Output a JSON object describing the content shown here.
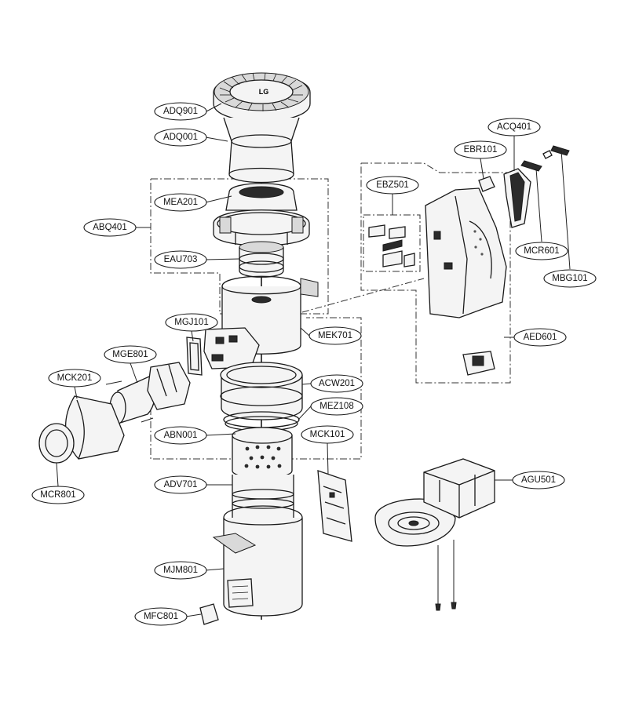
{
  "callouts": [
    {
      "id": "ADQ901",
      "label": "ADQ901"
    },
    {
      "id": "ADQ001",
      "label": "ADQ001"
    },
    {
      "id": "MEA201",
      "label": "MEA201"
    },
    {
      "id": "ABQ401",
      "label": "ABQ401"
    },
    {
      "id": "EAU703",
      "label": "EAU703"
    },
    {
      "id": "MGJ101",
      "label": "MGJ101"
    },
    {
      "id": "MGE801",
      "label": "MGE801"
    },
    {
      "id": "MCK201",
      "label": "MCK201"
    },
    {
      "id": "MCR801",
      "label": "MCR801"
    },
    {
      "id": "ABN001",
      "label": "ABN001"
    },
    {
      "id": "ADV701",
      "label": "ADV701"
    },
    {
      "id": "MJM801",
      "label": "MJM801"
    },
    {
      "id": "MFC801",
      "label": "MFC801"
    },
    {
      "id": "MEK701",
      "label": "MEK701"
    },
    {
      "id": "ACW201",
      "label": "ACW201"
    },
    {
      "id": "MEZ108",
      "label": "MEZ108"
    },
    {
      "id": "MCK101",
      "label": "MCK101"
    },
    {
      "id": "EBZ501",
      "label": "EBZ501"
    },
    {
      "id": "EBR101",
      "label": "EBR101"
    },
    {
      "id": "ACQ401",
      "label": "ACQ401"
    },
    {
      "id": "MCR601",
      "label": "MCR601"
    },
    {
      "id": "MBG101",
      "label": "MBG101"
    },
    {
      "id": "AED601",
      "label": "AED601"
    },
    {
      "id": "AGU501",
      "label": "AGU501"
    }
  ],
  "logo_text": "LG"
}
